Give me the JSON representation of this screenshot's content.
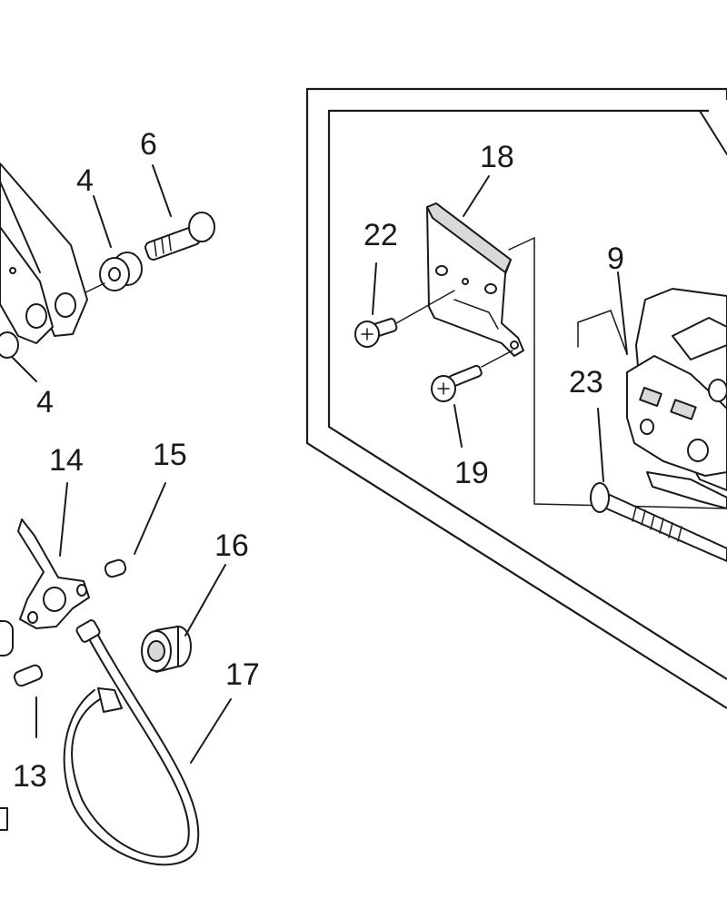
{
  "callouts": [
    {
      "id": "c6",
      "label": "6"
    },
    {
      "id": "c4a",
      "label": "4"
    },
    {
      "id": "c4b",
      "label": "4"
    },
    {
      "id": "c14",
      "label": "14"
    },
    {
      "id": "c15",
      "label": "15"
    },
    {
      "id": "c16",
      "label": "16"
    },
    {
      "id": "c13",
      "label": "13"
    },
    {
      "id": "c17",
      "label": "17"
    },
    {
      "id": "c18",
      "label": "18"
    },
    {
      "id": "c22",
      "label": "22"
    },
    {
      "id": "c19",
      "label": "19"
    },
    {
      "id": "c9",
      "label": "9"
    },
    {
      "id": "c23",
      "label": "23"
    }
  ],
  "colors": {
    "line": "#1a1a1a",
    "background": "#ffffff",
    "shade": "#d9d9d9"
  }
}
